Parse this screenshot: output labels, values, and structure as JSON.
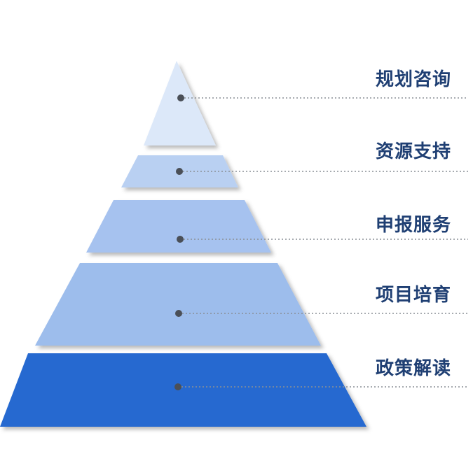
{
  "diagram": {
    "type": "pyramid",
    "label_color": "#1f3f73",
    "connector_color": "#8a8f96",
    "marker_color": "#4a4f57",
    "tiers": [
      {
        "label": "规划咨询",
        "fill": "#dce8f9"
      },
      {
        "label": "资源支持",
        "fill": "#b9d0f2"
      },
      {
        "label": "申报服务",
        "fill": "#a6c2ef"
      },
      {
        "label": "项目培育",
        "fill": "#9dbdec"
      },
      {
        "label": "政策解读",
        "fill": "#2569d0"
      }
    ]
  }
}
